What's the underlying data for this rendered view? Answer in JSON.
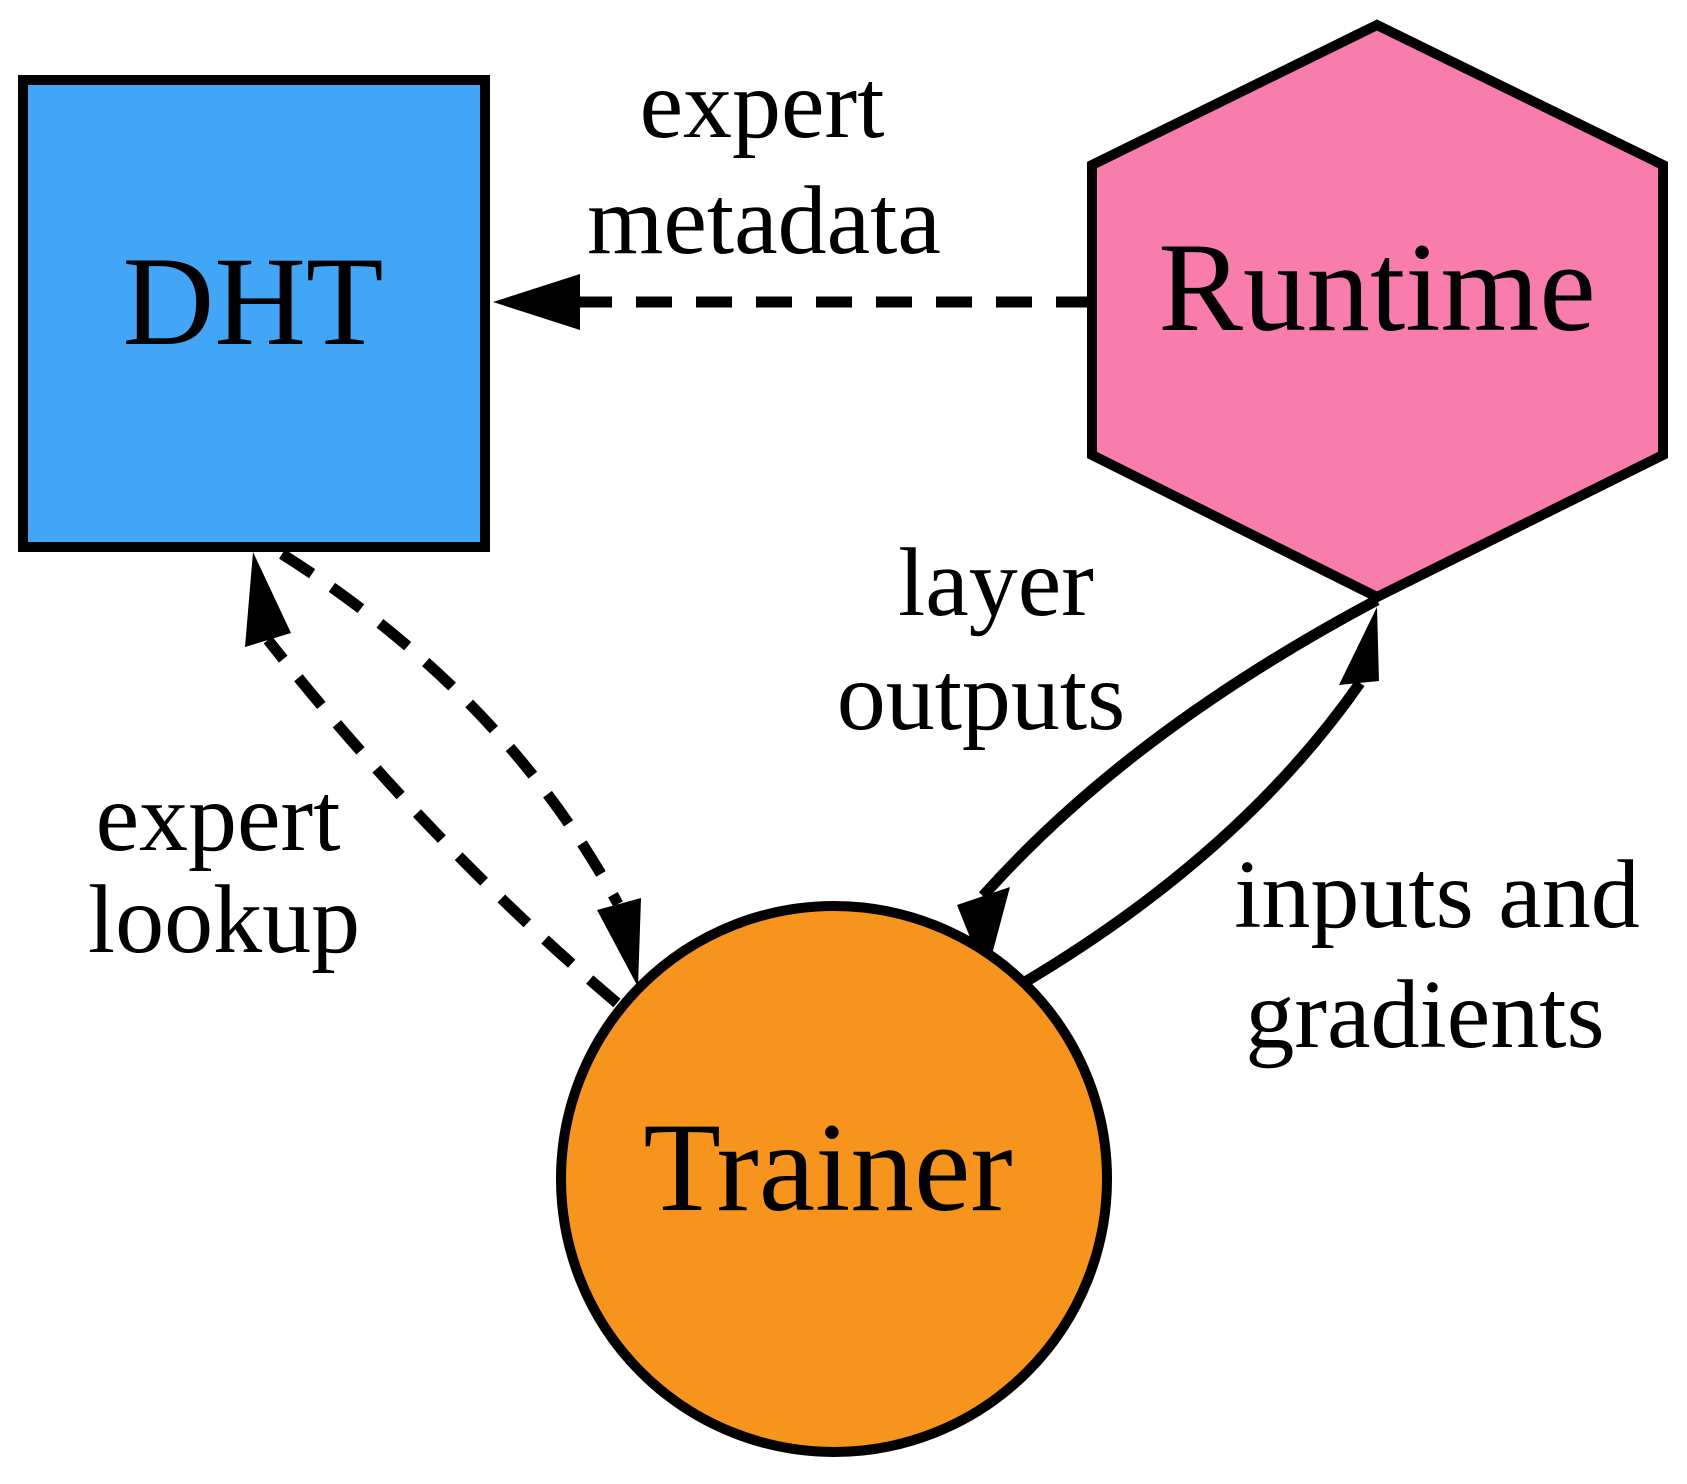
{
  "diagram": {
    "background_color": "#ffffff",
    "outline_color": "#000000",
    "nodes": {
      "dht": {
        "label": "DHT",
        "shape": "square",
        "fill": "#42a5f5"
      },
      "runtime": {
        "label": "Runtime",
        "shape": "hexagon",
        "fill": "#f87cac"
      },
      "trainer": {
        "label": "Trainer",
        "shape": "circle",
        "fill": "#f7941e"
      }
    },
    "edges": {
      "expert_metadata": {
        "label_line1": "expert",
        "label_line2": "metadata",
        "from": "Runtime",
        "to": "DHT",
        "style": "dashed"
      },
      "expert_lookup": {
        "label_line1": "expert",
        "label_line2": "lookup",
        "from": "DHT",
        "to": "Trainer",
        "style": "dashed",
        "direction": "bidirectional"
      },
      "layer_outputs": {
        "label_line1": "layer",
        "label_line2": "outputs",
        "from": "Runtime",
        "to": "Trainer",
        "style": "solid"
      },
      "inputs_and_gradients": {
        "label_line1": "inputs and",
        "label_line2": "gradients",
        "from": "Trainer",
        "to": "Runtime",
        "style": "solid"
      }
    }
  }
}
